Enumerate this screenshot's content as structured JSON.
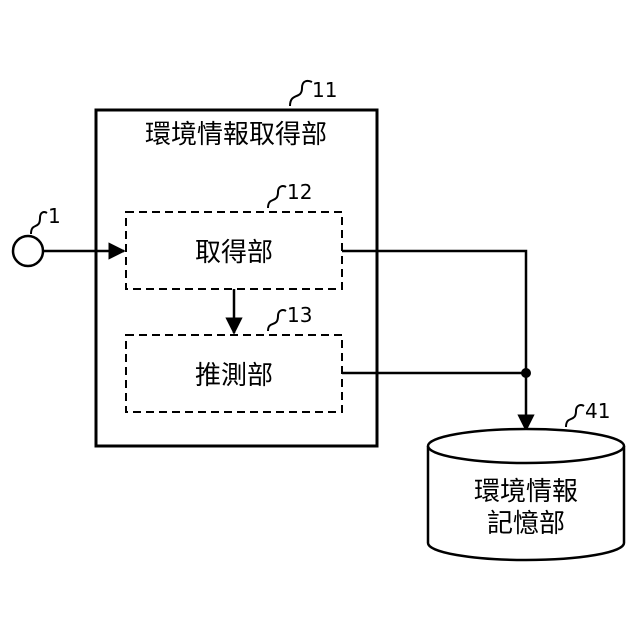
{
  "outer_block": {
    "ref": "11",
    "title": "環境情報取得部"
  },
  "acquisition_block": {
    "ref": "12",
    "label": "取得部"
  },
  "estimation_block": {
    "ref": "13",
    "label": "推測部"
  },
  "input_terminal": {
    "ref": "1"
  },
  "storage": {
    "ref": "41",
    "line1": "環境情報",
    "line2": "記憶部"
  }
}
